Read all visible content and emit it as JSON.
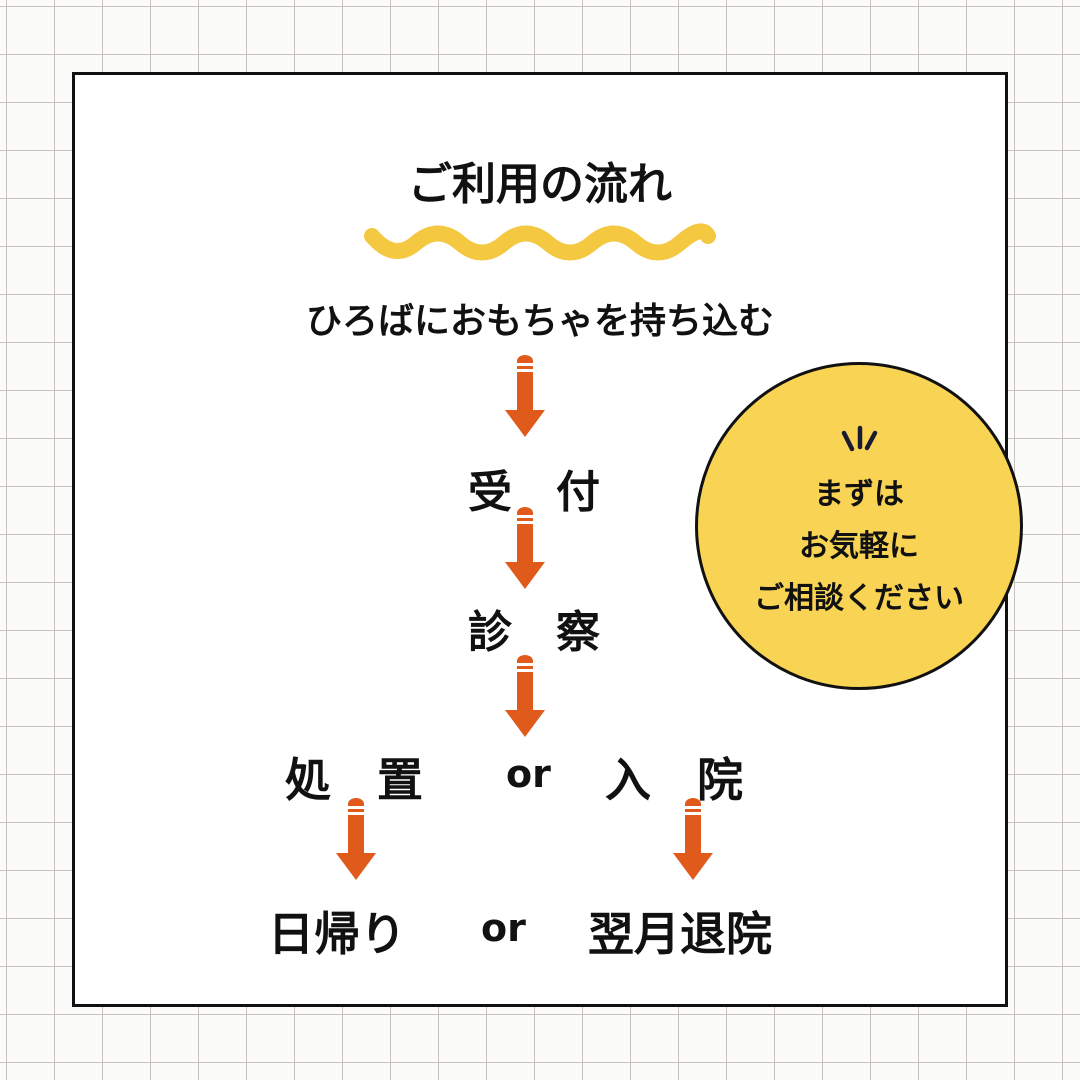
{
  "title": "ご利用の流れ",
  "steps": {
    "s1": "ひろばにおもちゃを持ち込む",
    "s2": "受　付",
    "s3": "診　察",
    "s4a": "処　置",
    "or": "or",
    "s4b": "入　院",
    "s5a": "日帰り",
    "s5b": "翌月退院"
  },
  "bubble": {
    "line1": "まずは",
    "line2": "お気軽に",
    "line3": "ご相談ください"
  },
  "colors": {
    "accent": "#e05a1c",
    "wave": "#f5c842",
    "bubble": "#f9d454"
  }
}
